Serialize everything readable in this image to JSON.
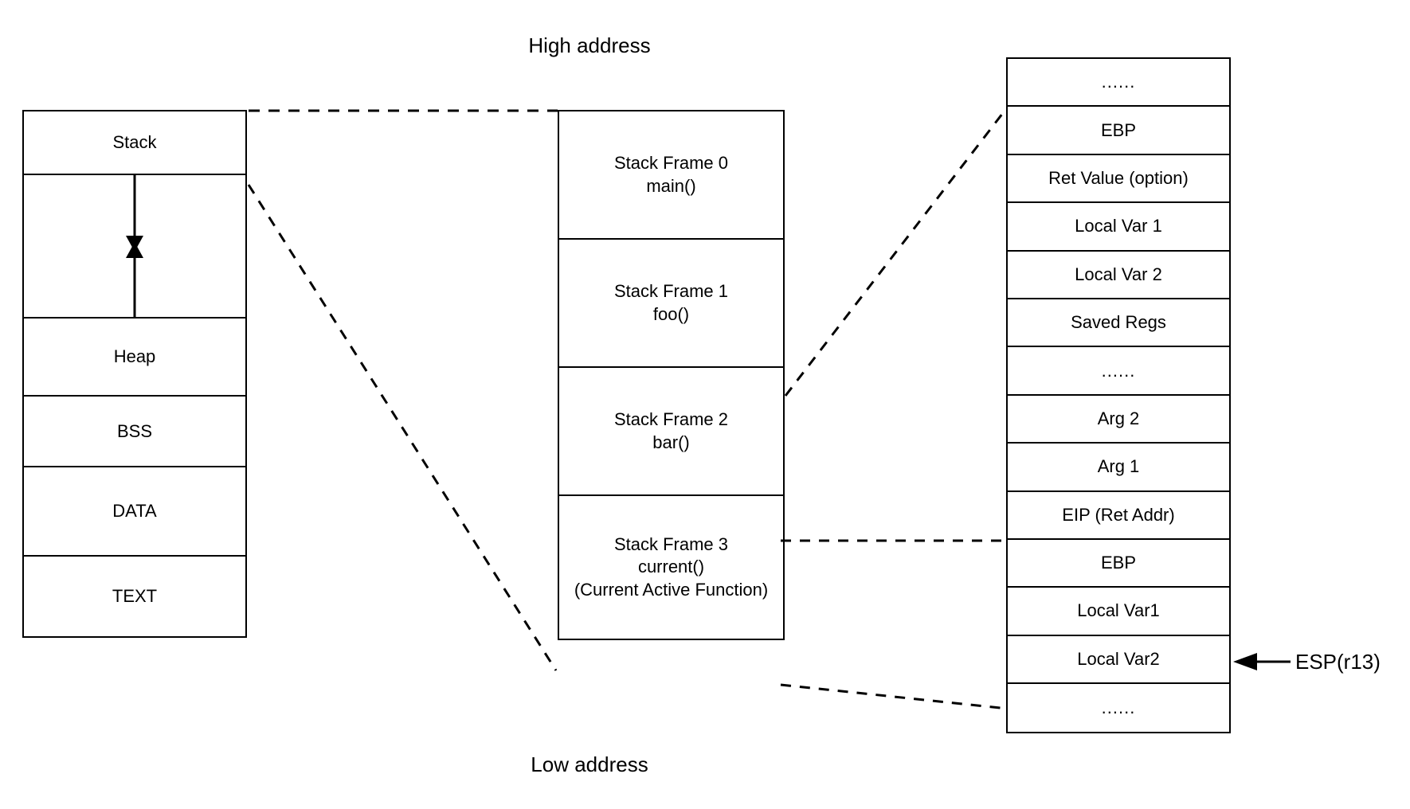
{
  "diagram": {
    "title_top": "High address",
    "title_bottom": "Low address"
  },
  "memory_layout": {
    "name": "process-memory-layout",
    "segments": [
      {
        "label": "Stack",
        "height": 80
      },
      {
        "label": "",
        "height": 180,
        "kind": "growth-gap"
      },
      {
        "label": "Heap",
        "height": 98
      },
      {
        "label": "BSS",
        "height": 89
      },
      {
        "label": "DATA",
        "height": 112
      },
      {
        "label": "TEXT",
        "height": 100
      }
    ],
    "growth_arrows": {
      "down_arrow_name": "stack-grows-down-arrow",
      "up_arrow_name": "heap-grows-up-arrow"
    }
  },
  "call_stack": {
    "name": "call-stack-frames",
    "frames": [
      {
        "lines": [
          "Stack Frame 0",
          "main()"
        ],
        "height": 161
      },
      {
        "lines": [
          "Stack Frame 1",
          "foo()"
        ],
        "height": 161
      },
      {
        "lines": [
          "Stack Frame 2",
          "bar()"
        ],
        "height": 161
      },
      {
        "lines": [
          "Stack Frame 3",
          "current()",
          "(Current Active Function)"
        ],
        "height": 179
      }
    ]
  },
  "frame_detail": {
    "name": "stack-frame-detail",
    "rows": [
      {
        "label": "......"
      },
      {
        "label": "EBP"
      },
      {
        "label": "Ret Value (option)"
      },
      {
        "label": "Local Var 1"
      },
      {
        "label": "Local Var 2"
      },
      {
        "label": "Saved Regs"
      },
      {
        "label": "......"
      },
      {
        "label": "Arg 2"
      },
      {
        "label": "Arg 1"
      },
      {
        "label": "EIP (Ret Addr)"
      },
      {
        "label": "EBP"
      },
      {
        "label": "Local Var1"
      },
      {
        "label": "Local Var2"
      },
      {
        "label": "......"
      }
    ]
  },
  "pointers": {
    "esp": "ESP(r13)"
  },
  "colors": {
    "stroke": "#000000",
    "background": "#ffffff"
  }
}
